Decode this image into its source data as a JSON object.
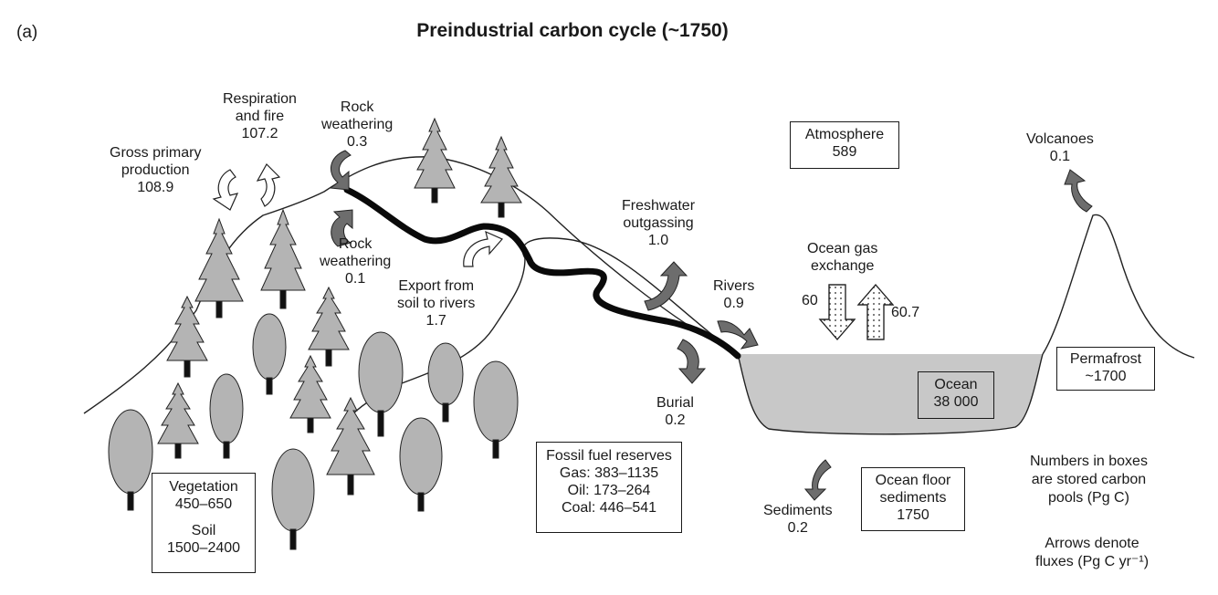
{
  "panel_label": "(a)",
  "title": "Preindustrial carbon cycle (~1750)",
  "pools": {
    "atmosphere": {
      "name": "Atmosphere",
      "value": "589"
    },
    "ocean": {
      "name": "Ocean",
      "value": "38 000"
    },
    "permafrost": {
      "name": "Permafrost",
      "value": "~1700"
    },
    "ocean_floor": {
      "line1": "Ocean floor",
      "line2": "sediments",
      "value": "1750"
    },
    "fossil": {
      "title": "Fossil fuel reserves",
      "gas": "Gas: 383–1135",
      "oil": "Oil: 173–264",
      "coal": "Coal: 446–541"
    },
    "land": {
      "veg": "Vegetation",
      "veg_value": "450–650",
      "soil": "Soil",
      "soil_value": "1500–2400"
    }
  },
  "fluxes": {
    "respiration": {
      "line1": "Respiration",
      "line2": "and fire",
      "value": "107.2"
    },
    "gpp": {
      "line1": "Gross primary",
      "line2": "production",
      "value": "108.9"
    },
    "rock_top": {
      "line1": "Rock",
      "line2": "weathering",
      "value": "0.3"
    },
    "rock_mid": {
      "line1": "Rock",
      "line2": "weathering",
      "value": "0.1"
    },
    "export": {
      "line1": "Export from",
      "line2": "soil to rivers",
      "value": "1.7"
    },
    "freshwater": {
      "line1": "Freshwater",
      "line2": "outgassing",
      "value": "1.0"
    },
    "rivers": {
      "line1": "Rivers",
      "value": "0.9"
    },
    "burial": {
      "line1": "Burial",
      "value": "0.2"
    },
    "ocean_gas": {
      "line1": "Ocean gas",
      "line2": "exchange",
      "down": "60",
      "up": "60.7"
    },
    "volcanoes": {
      "line1": "Volcanoes",
      "value": "0.1"
    },
    "sediments": {
      "line1": "Sediments",
      "value": "0.2"
    }
  },
  "legend": {
    "l1": "Numbers in boxes",
    "l2": "are stored carbon",
    "l3": "pools (Pg C)",
    "l4": "Arrows denote",
    "l5": "fluxes (Pg C yr⁻¹)"
  }
}
